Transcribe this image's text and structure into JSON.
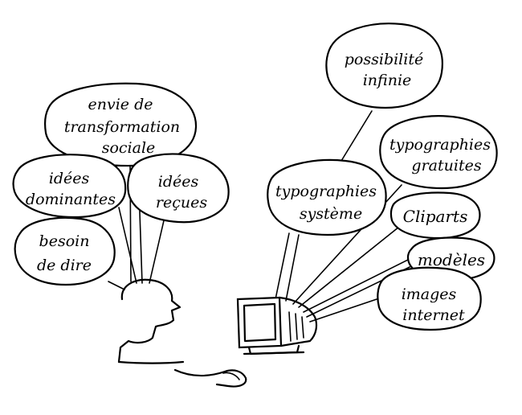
{
  "left_bubbles": {
    "transformation": {
      "line1": "envie de",
      "line2": "transformation",
      "line3": "sociale"
    },
    "dominantes": {
      "line1": "idées",
      "line2": "dominantes"
    },
    "recues": {
      "line1": "idées",
      "line2": "reçues"
    },
    "besoin": {
      "line1": "besoin",
      "line2": "de dire"
    }
  },
  "right_bubbles": {
    "possibilite": {
      "line1": "possibilité",
      "line2": "infinie"
    },
    "typo_gratuites": {
      "line1": "typographies",
      "line2": "gratuites"
    },
    "typo_systeme": {
      "line1": "typographies",
      "line2": "système"
    },
    "cliparts": {
      "line1": "Cliparts"
    },
    "modeles": {
      "line1": "modèles"
    },
    "images_internet": {
      "line1": "images",
      "line2": "internet"
    }
  }
}
